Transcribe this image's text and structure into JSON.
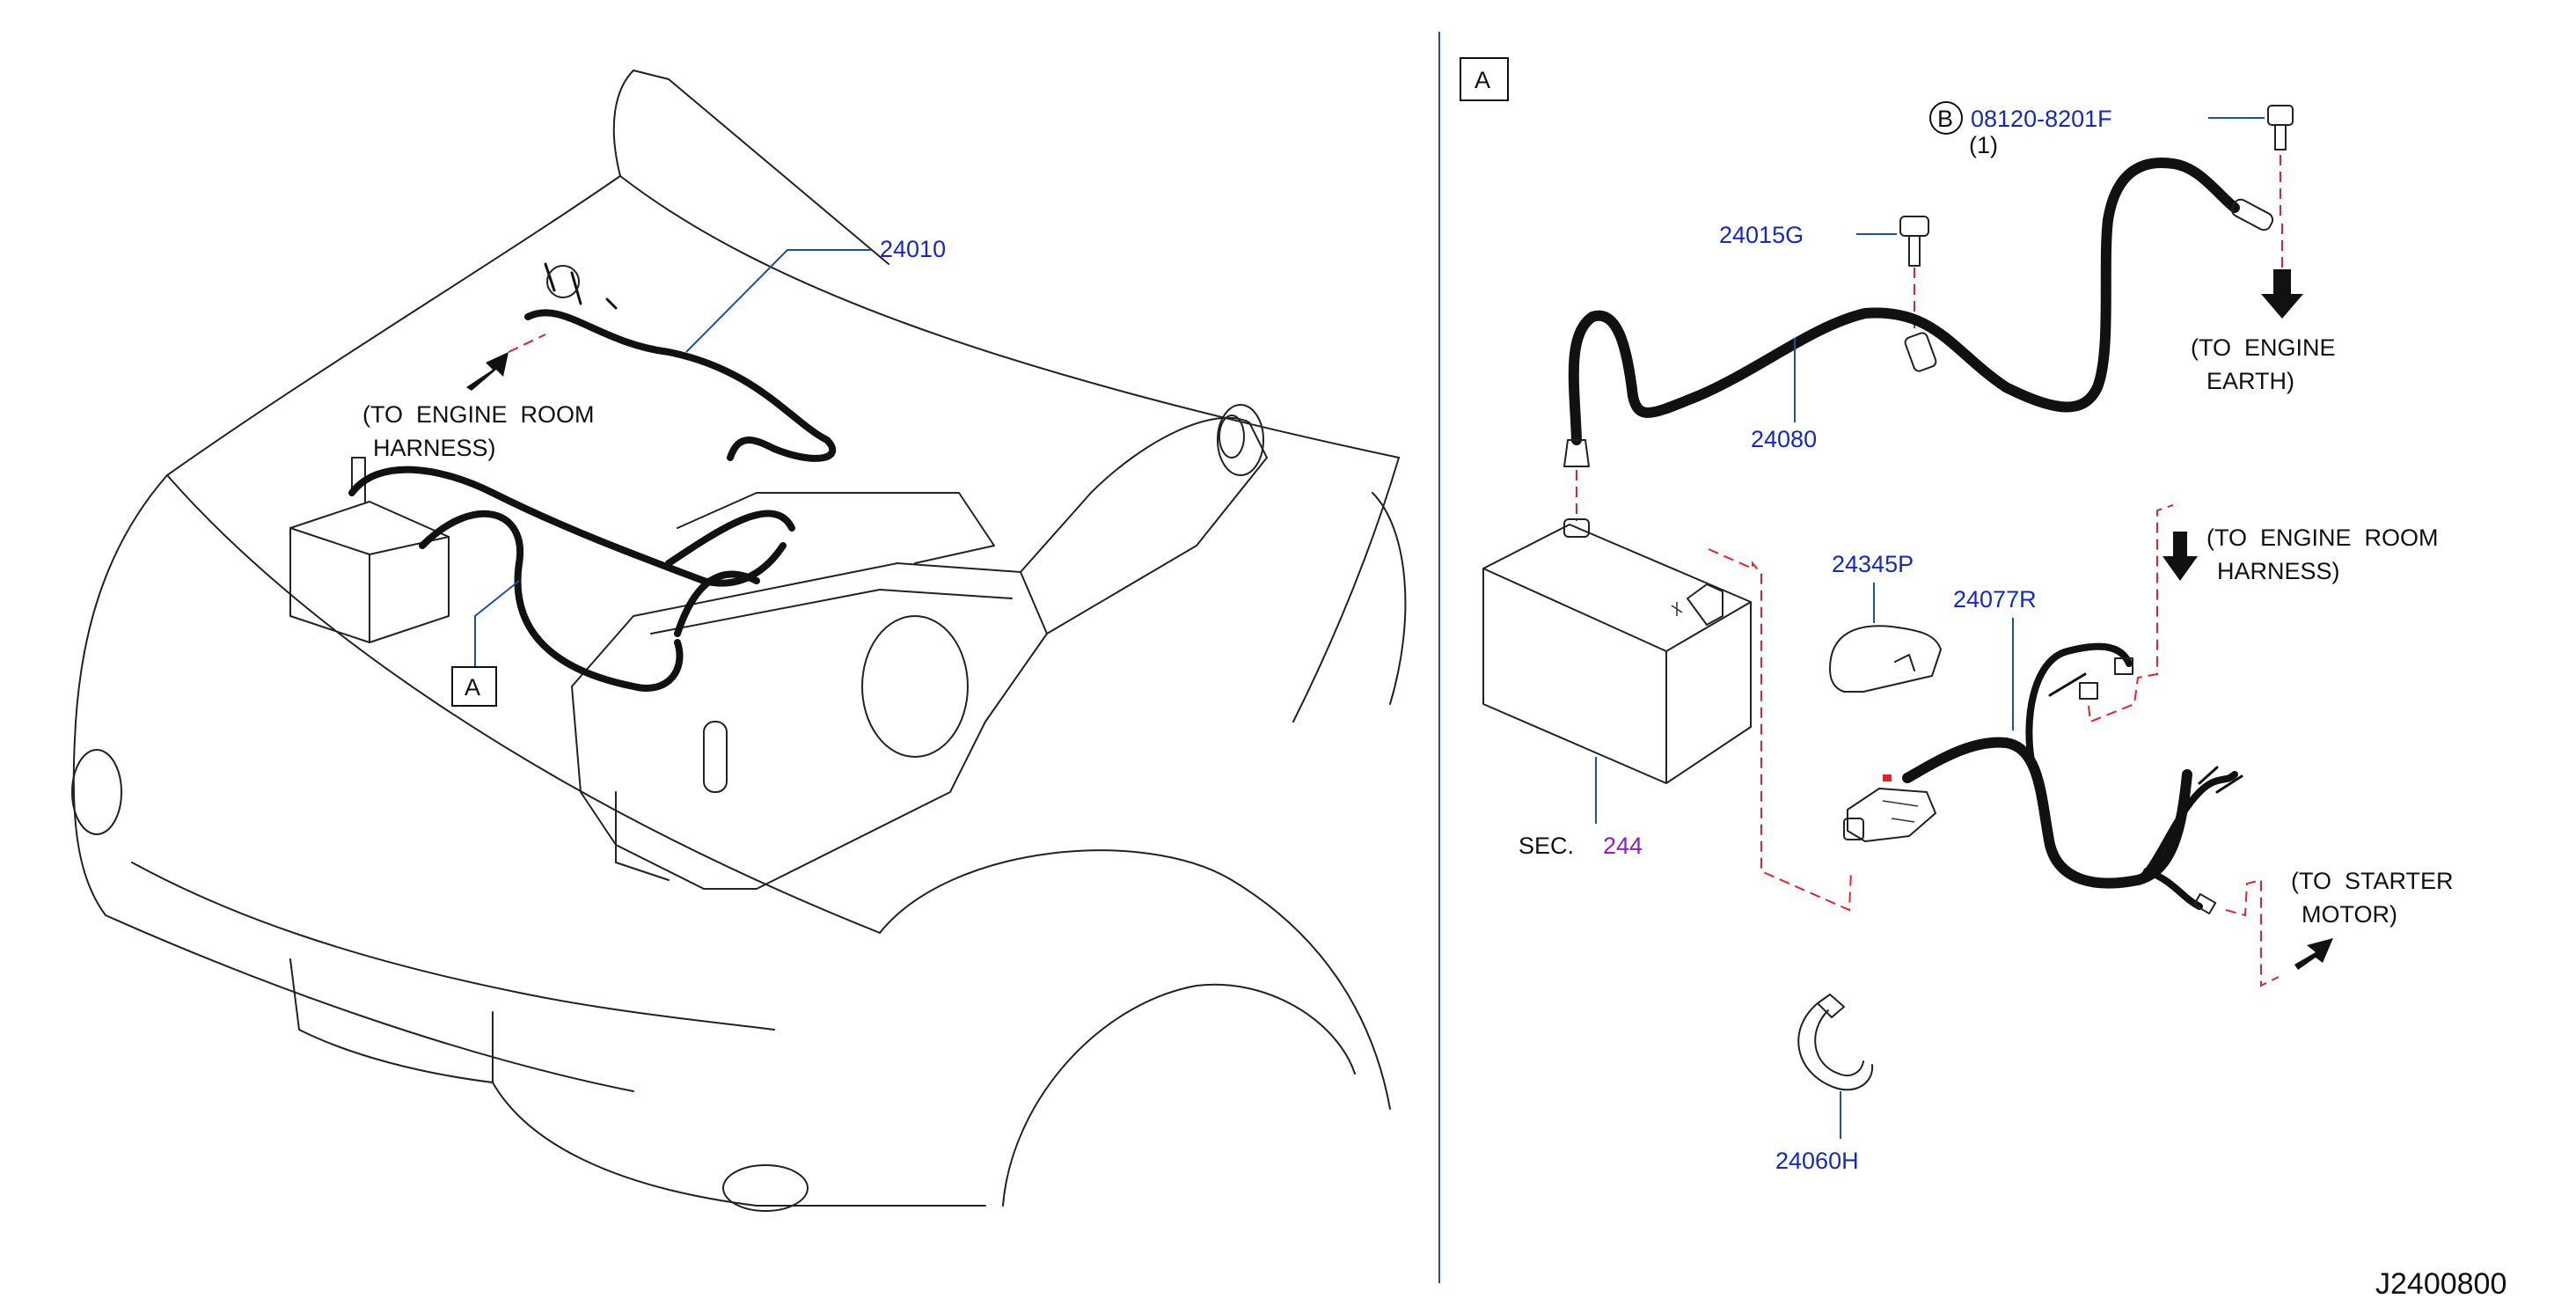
{
  "drawing_number": "J2400800",
  "view_marker": "A",
  "left_view": {
    "callouts": {
      "main_harness": "24010",
      "view_ref": "A"
    },
    "notes": {
      "engine_room_line1": "(TO  ENGINE  ROOM",
      "engine_room_line2": "HARNESS)"
    }
  },
  "detail_view": {
    "callouts": {
      "bolt_ref_letter": "B",
      "bolt_part": "08120-8201F",
      "bolt_qty": "(1)",
      "clip_part": "24015G",
      "ground_cable": "24080",
      "terminal_cover": "24345P",
      "battery_cable": "24077R",
      "sec_label": "SEC.",
      "sec_number": "244",
      "clamp": "24060H"
    },
    "notes": {
      "engine_earth_line1": "(TO  ENGINE",
      "engine_earth_line2": "EARTH)",
      "engine_room_line1": "(TO  ENGINE  ROOM",
      "engine_room_line2": "HARNESS)",
      "starter_line1": "(TO  STARTER",
      "starter_line2": "MOTOR)"
    }
  }
}
